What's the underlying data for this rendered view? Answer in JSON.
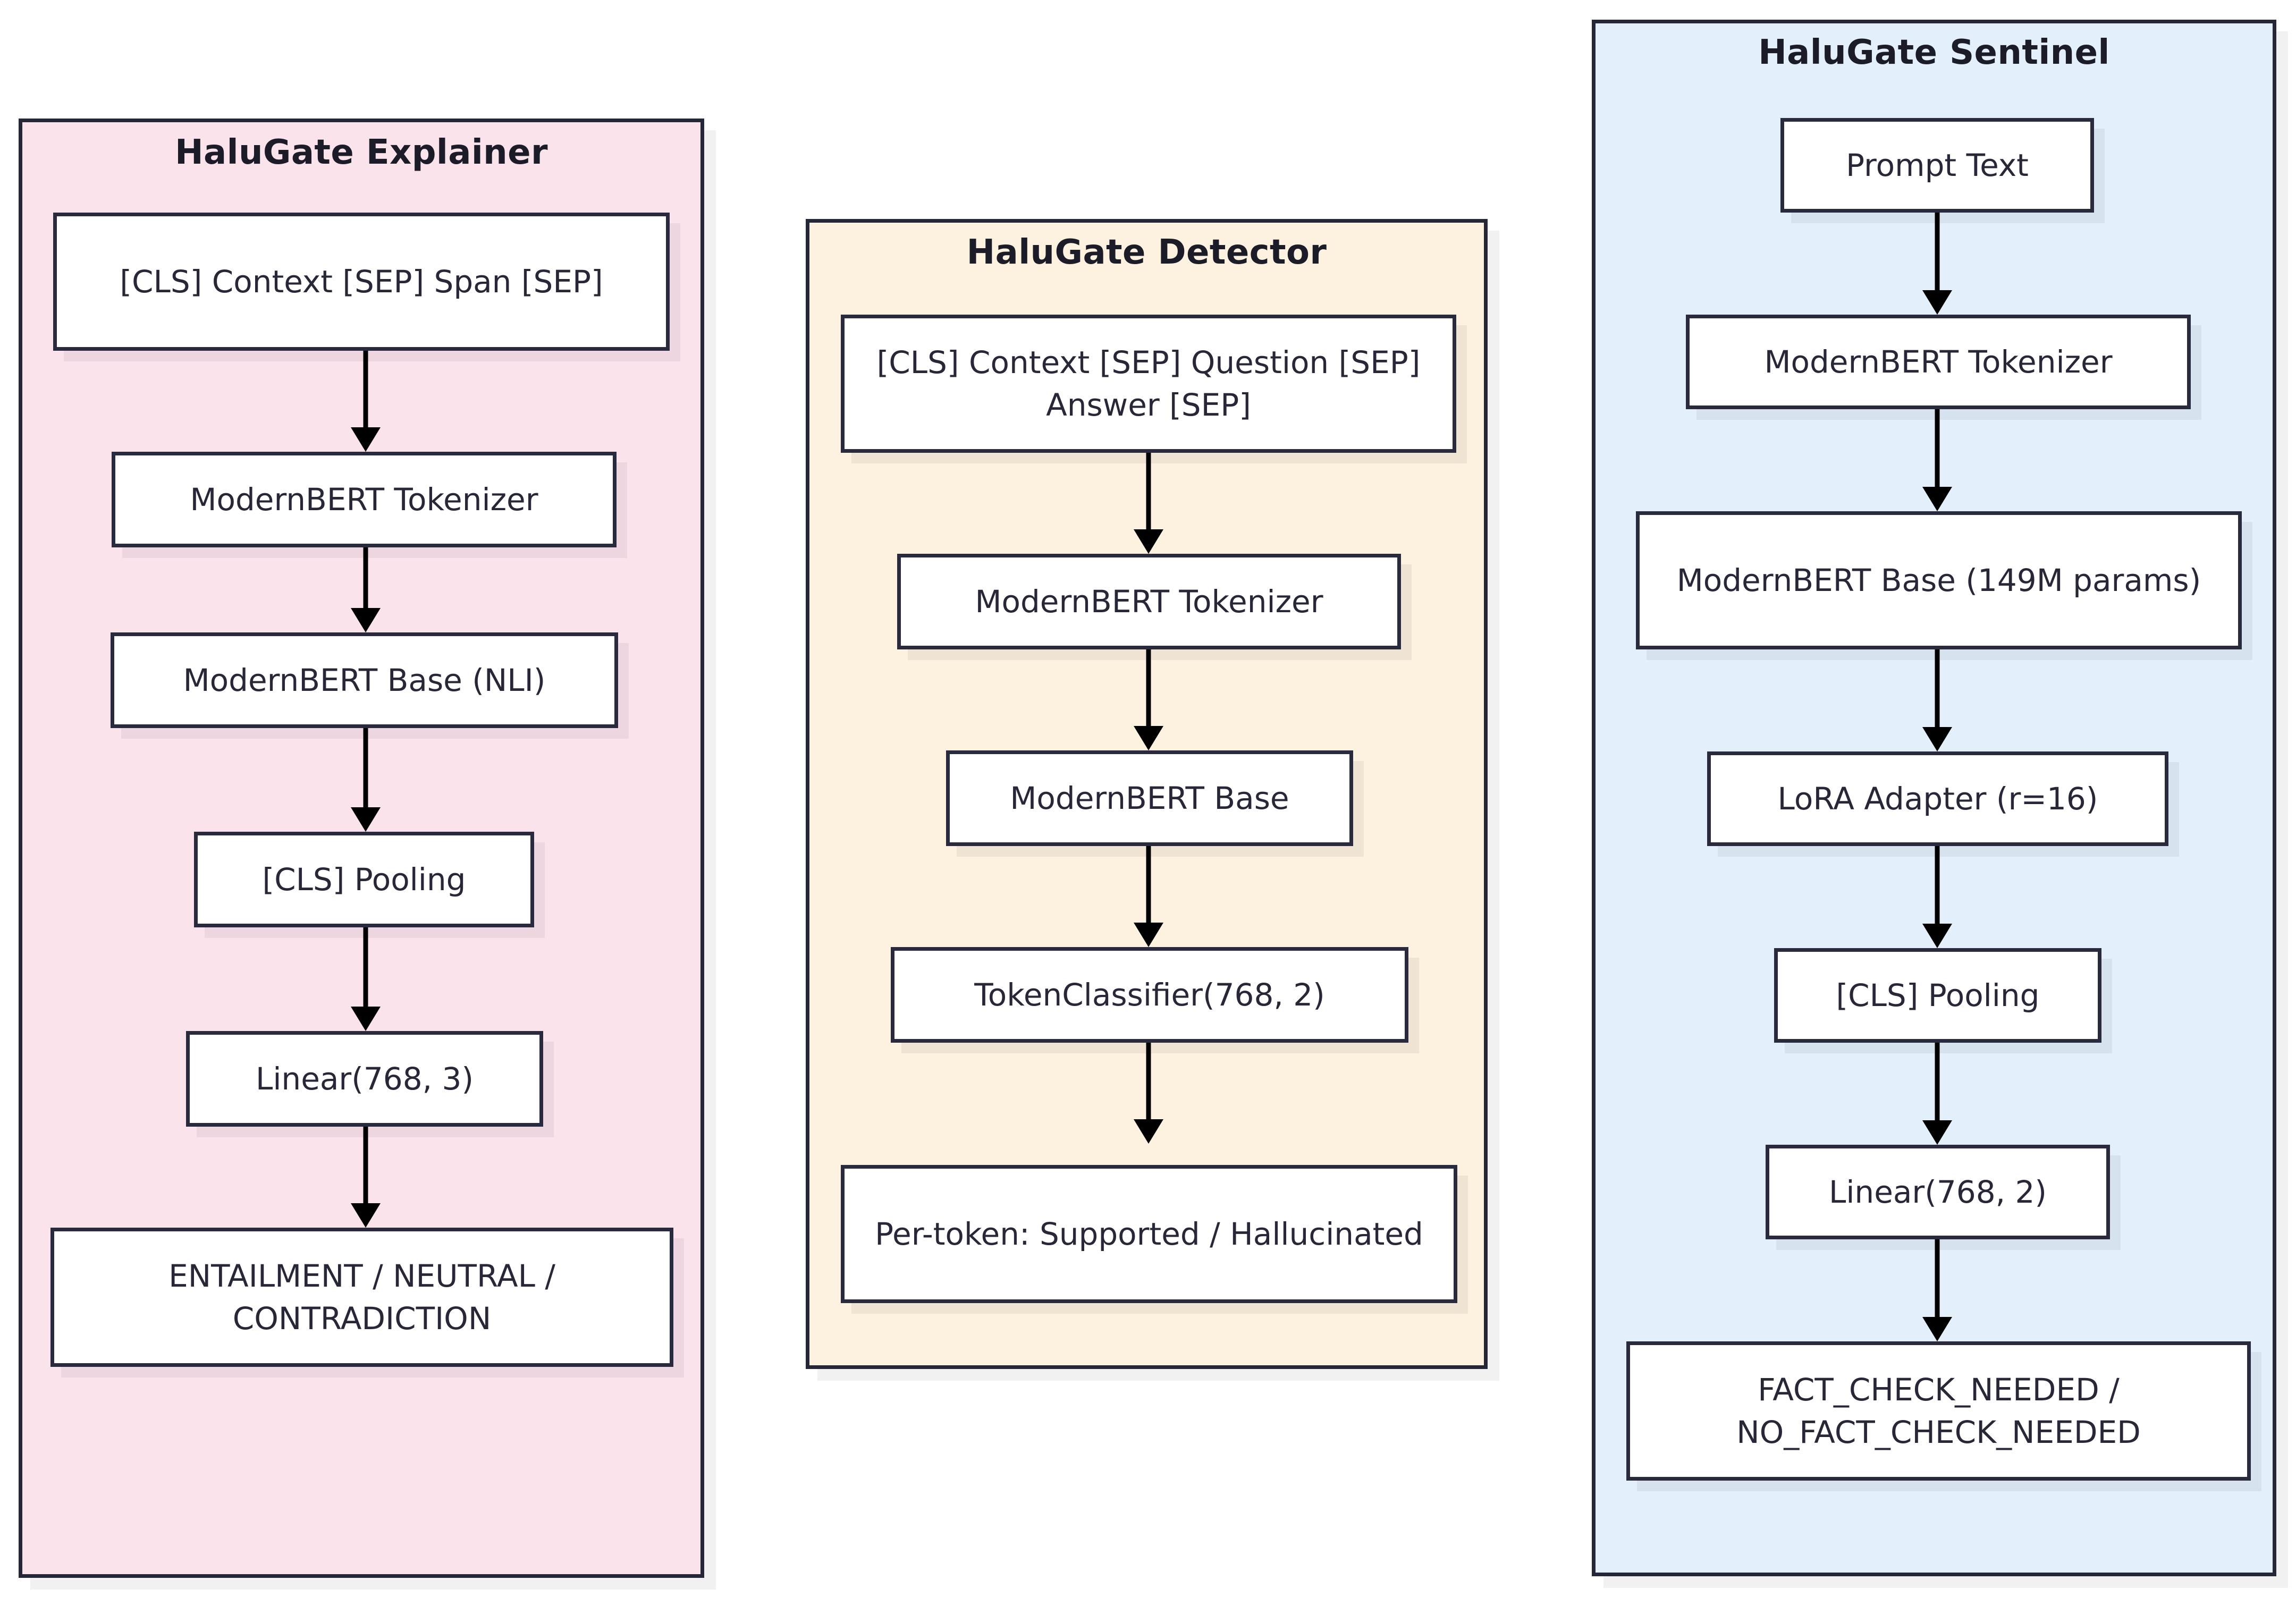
{
  "diagram": {
    "type": "flowchart",
    "background": "#ffffff",
    "border_color": "#2a2a3e",
    "arrow_color": "#000000",
    "panels": [
      {
        "id": "explainer",
        "title": "HaluGate Explainer",
        "fill": "#fbe3ec",
        "nodes": [
          {
            "id": "exp-input",
            "label": "[CLS] Context [SEP] Span [SEP]"
          },
          {
            "id": "exp-tokenizer",
            "label": "ModernBERT Tokenizer"
          },
          {
            "id": "exp-base",
            "label": "ModernBERT Base (NLI)"
          },
          {
            "id": "exp-pooling",
            "label": "[CLS] Pooling"
          },
          {
            "id": "exp-linear",
            "label": "Linear(768, 3)"
          },
          {
            "id": "exp-output",
            "label": "ENTAILMENT / NEUTRAL / CONTRADICTION"
          }
        ],
        "edges": [
          [
            "exp-input",
            "exp-tokenizer"
          ],
          [
            "exp-tokenizer",
            "exp-base"
          ],
          [
            "exp-base",
            "exp-pooling"
          ],
          [
            "exp-pooling",
            "exp-linear"
          ],
          [
            "exp-linear",
            "exp-output"
          ]
        ]
      },
      {
        "id": "detector",
        "title": "HaluGate Detector",
        "fill": "#fdf1e0",
        "nodes": [
          {
            "id": "det-input",
            "label": "[CLS] Context [SEP] Question [SEP] Answer [SEP]"
          },
          {
            "id": "det-tokenizer",
            "label": "ModernBERT Tokenizer"
          },
          {
            "id": "det-base",
            "label": "ModernBERT Base"
          },
          {
            "id": "det-classifier",
            "label": "TokenClassifier(768, 2)"
          },
          {
            "id": "det-output",
            "label": "Per-token: Supported / Hallucinated"
          }
        ],
        "edges": [
          [
            "det-input",
            "det-tokenizer"
          ],
          [
            "det-tokenizer",
            "det-base"
          ],
          [
            "det-base",
            "det-classifier"
          ],
          [
            "det-classifier",
            "det-output"
          ]
        ]
      },
      {
        "id": "sentinel",
        "title": "HaluGate Sentinel",
        "fill": "#e3f0fb",
        "nodes": [
          {
            "id": "sen-prompt",
            "label": "Prompt Text"
          },
          {
            "id": "sen-tokenizer",
            "label": "ModernBERT Tokenizer"
          },
          {
            "id": "sen-base",
            "label": "ModernBERT Base (149M params)"
          },
          {
            "id": "sen-lora",
            "label": "LoRA Adapter (r=16)"
          },
          {
            "id": "sen-pooling",
            "label": "[CLS] Pooling"
          },
          {
            "id": "sen-linear",
            "label": "Linear(768, 2)"
          },
          {
            "id": "sen-output",
            "label": "FACT_CHECK_NEEDED / NO_FACT_CHECK_NEEDED"
          }
        ],
        "edges": [
          [
            "sen-prompt",
            "sen-tokenizer"
          ],
          [
            "sen-tokenizer",
            "sen-base"
          ],
          [
            "sen-base",
            "sen-lora"
          ],
          [
            "sen-lora",
            "sen-pooling"
          ],
          [
            "sen-pooling",
            "sen-linear"
          ],
          [
            "sen-linear",
            "sen-output"
          ]
        ]
      }
    ]
  }
}
